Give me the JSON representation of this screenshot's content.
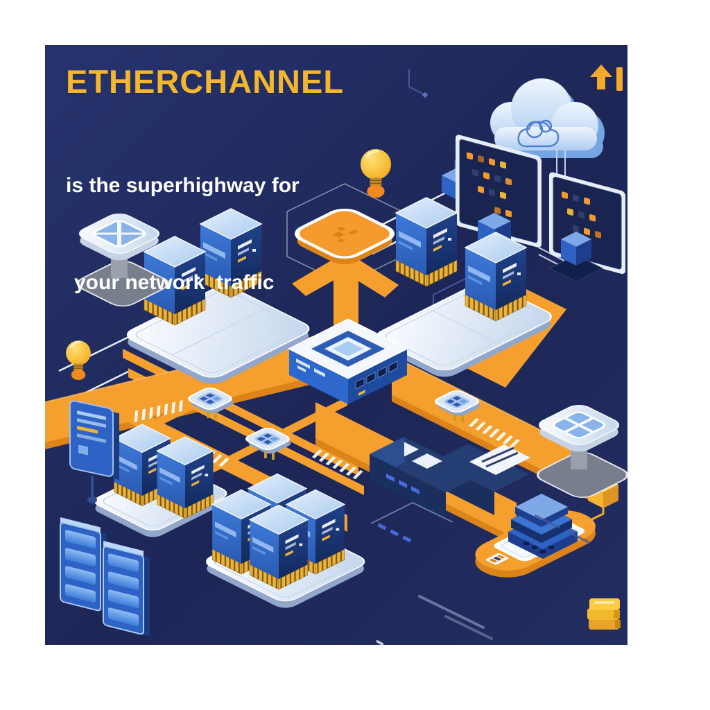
{
  "poster": {
    "title": "ETHERCHANNEL",
    "subtitle_line1": "is the superhighway for",
    "subtitle_line2": "your network  traffic"
  },
  "colors": {
    "page_background": "#ffffff",
    "panel_background": "#1F2A5C",
    "title_yellow": "#F4B62E",
    "subtitle_white": "#FFFFFF",
    "highway_orange": "#F5A02E",
    "highway_side_orange": "#DD8418",
    "server_blue": "#2F66C8",
    "server_dark_blue": "#1C3876",
    "server_top_blue": "#C7DCF5",
    "platform_light": "#EDF3FB",
    "cloud_blue": "#B9D4F4",
    "pin_gold": "#E8B43C",
    "circuit_line_blue": "#46589E",
    "monitor_dot_orange": "#F29A2E"
  },
  "icons": {
    "upload_arrows": "gold up-arrow with bar",
    "cloud": "3d cloud with sketched cloud outline",
    "lightbulb_top": "yellow light bulb",
    "lightbulb_left": "yellow light bulb",
    "gold_cube": "small gold cube node",
    "coin_stack": "stacked gold chips"
  }
}
